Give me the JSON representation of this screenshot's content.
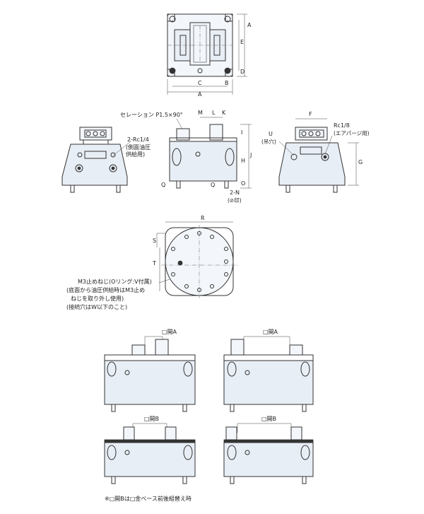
{
  "top_view": {
    "dims": {
      "e": "E",
      "a_right": "A",
      "d": "D",
      "c": "C",
      "b": "B",
      "a_bottom": "A"
    }
  },
  "front_view": {
    "serration": "セレーション P1.5×90°",
    "dims": {
      "m": "M",
      "l": "L",
      "k": "K",
      "i": "I",
      "j": "J",
      "h": "H",
      "q_left": "Q",
      "q_right": "Q",
      "o": "O",
      "n": "2-N",
      "n_sub": "(⊘印)"
    }
  },
  "left_view": {
    "port_label": "2-Rc1/4",
    "port_note_1": "(側面油圧",
    "port_note_2": "供給用)"
  },
  "right_view": {
    "dims": {
      "f": "F",
      "g": "G"
    },
    "u_label": "U",
    "u_note": "(吊穴)",
    "air_label": "Rc1/8",
    "air_note": "(エアパージ用)"
  },
  "bottom_view": {
    "dims": {
      "r": "R",
      "s": "S",
      "t": "T"
    },
    "note_lines": [
      "M3止めねじ(Oリング:V付属)",
      "(底面から油圧供給時はM3止め",
      "ねじを取り外し使用)",
      "(接続穴はW以下のこと)"
    ]
  },
  "open_views": {
    "tl": "□開A",
    "tr": "□開A",
    "bl": "□開B",
    "br": "□開B"
  },
  "footnote": "※□開Bは□金ベース前後組替え時"
}
